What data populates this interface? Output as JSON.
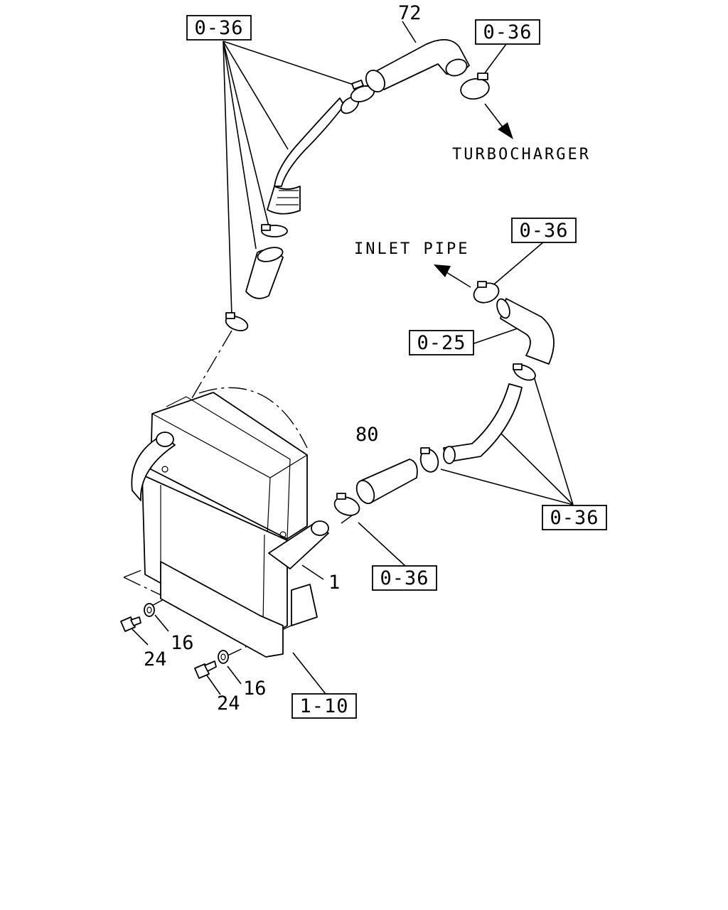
{
  "callouts": {
    "turbocharger": "TURBOCHARGER",
    "inlet_pipe": "INLET PIPE"
  },
  "refs": {
    "clamp_top_left": "0-36",
    "clamp_turbo": "0-36",
    "clamp_inlet": "0-36",
    "hose_elbow": "0-25",
    "clamps_right": "0-36",
    "clamp_center": "0-36",
    "intercooler_mount": "1-10"
  },
  "parts": {
    "p72": "72",
    "p80": "80",
    "p1": "1",
    "washer_a": "16",
    "bolt_a": "24",
    "washer_b": "16",
    "bolt_b": "24"
  }
}
